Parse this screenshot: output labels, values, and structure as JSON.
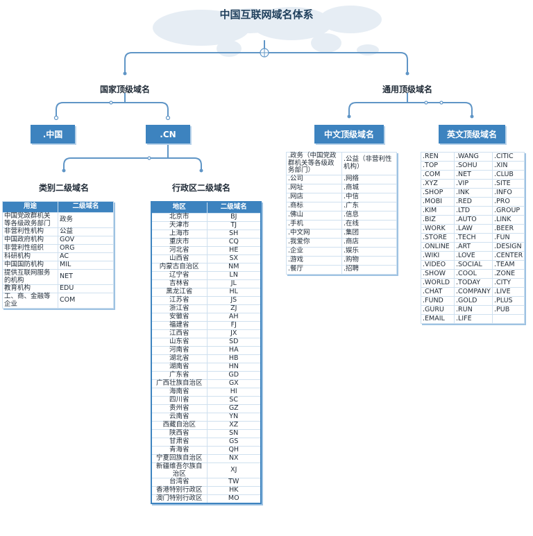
{
  "title": "中国互联网域名体系",
  "categories": {
    "national": "国家顶级域名",
    "generic": "通用顶级域名",
    "class2": "类别二级域名",
    "admin2": "行政区二级域名"
  },
  "boxes": {
    "china": ".中国",
    "cn": ".CN",
    "chinese_tld": "中文顶级域名",
    "english_tld": "英文顶级域名"
  },
  "category_table": {
    "headers": [
      "用途",
      "二级域名"
    ],
    "rows": [
      [
        "中国党政群机关等各级政务部门",
        "政务"
      ],
      [
        "非营利性机构",
        "公益"
      ],
      [
        "中国政府机构",
        "GOV"
      ],
      [
        "非营利性组织",
        "ORG"
      ],
      [
        "科研机构",
        "AC"
      ],
      [
        "中国国防机构",
        "MIL"
      ],
      [
        "提供互联网服务的机构",
        "NET"
      ],
      [
        "教育机构",
        "EDU"
      ],
      [
        "工、商、金融等企业",
        "COM"
      ]
    ]
  },
  "region_table": {
    "headers": [
      "地区",
      "二级域名"
    ],
    "rows": [
      [
        "北京市",
        "BJ"
      ],
      [
        "天津市",
        "TJ"
      ],
      [
        "上海市",
        "SH"
      ],
      [
        "重庆市",
        "CQ"
      ],
      [
        "河北省",
        "HE"
      ],
      [
        "山西省",
        "SX"
      ],
      [
        "内蒙古自治区",
        "NM"
      ],
      [
        "辽宁省",
        "LN"
      ],
      [
        "吉林省",
        "JL"
      ],
      [
        "黑龙江省",
        "HL"
      ],
      [
        "江苏省",
        "JS"
      ],
      [
        "浙江省",
        "ZJ"
      ],
      [
        "安徽省",
        "AH"
      ],
      [
        "福建省",
        "FJ"
      ],
      [
        "江西省",
        "JX"
      ],
      [
        "山东省",
        "SD"
      ],
      [
        "河南省",
        "HA"
      ],
      [
        "湖北省",
        "HB"
      ],
      [
        "湖南省",
        "HN"
      ],
      [
        "广东省",
        "GD"
      ],
      [
        "广西壮族自治区",
        "GX"
      ],
      [
        "海南省",
        "HI"
      ],
      [
        "四川省",
        "SC"
      ],
      [
        "贵州省",
        "GZ"
      ],
      [
        "云南省",
        "YN"
      ],
      [
        "西藏自治区",
        "XZ"
      ],
      [
        "陕西省",
        "SN"
      ],
      [
        "甘肃省",
        "GS"
      ],
      [
        "青海省",
        "QH"
      ],
      [
        "宁夏回族自治区",
        "NX"
      ],
      [
        "新疆维吾尔族自治区",
        "XJ"
      ],
      [
        "台湾省",
        "TW"
      ],
      [
        "香港特别行政区",
        "HK"
      ],
      [
        "澳门特别行政区",
        "MO"
      ]
    ]
  },
  "chinese_table": {
    "rows": [
      [
        ".政务（中国党政群机关等各级政务部门）",
        ".公益（非营利性机构）"
      ],
      [
        ".公司",
        ".网络"
      ],
      [
        ".网址",
        ".商城"
      ],
      [
        ".网店",
        ".中信"
      ],
      [
        ".商标",
        ".广东"
      ],
      [
        ".佛山",
        ".信息"
      ],
      [
        ".手机",
        ".在线"
      ],
      [
        ".中文网",
        ".集团"
      ],
      [
        ".我爱你",
        ".商店"
      ],
      [
        ".企业",
        ".娱乐"
      ],
      [
        ".游戏",
        ".购物"
      ],
      [
        ".餐厅",
        ".招聘"
      ]
    ]
  },
  "english_table": {
    "rows": [
      [
        ".REN",
        ".WANG",
        ".CITIC"
      ],
      [
        ".TOP",
        ".SOHU",
        ".XIN"
      ],
      [
        ".COM",
        ".NET",
        ".CLUB"
      ],
      [
        ".XYZ",
        ".VIP",
        ".SITE"
      ],
      [
        ".SHOP",
        ".INK",
        ".INFO"
      ],
      [
        ".MOBI",
        ".RED",
        ".PRO"
      ],
      [
        ".KIM",
        ".LTD",
        ".GROUP"
      ],
      [
        ".BIZ",
        ".AUTO",
        ".LINK"
      ],
      [
        ".WORK",
        ".LAW",
        ".BEER"
      ],
      [
        ".STORE",
        ".TECH",
        ".FUN"
      ],
      [
        ".ONLINE",
        ".ART",
        ".DESIGN"
      ],
      [
        ".WIKI",
        ".LOVE",
        ".CENTER"
      ],
      [
        ".VIDEO",
        ".SOCIAL",
        ".TEAM"
      ],
      [
        ".SHOW",
        ".COOL",
        ".ZONE"
      ],
      [
        ".WORLD",
        ".TODAY",
        ".CITY"
      ],
      [
        ".CHAT",
        ".COMPANY",
        ".LIVE"
      ],
      [
        ".FUND",
        ".GOLD",
        ".PLUS"
      ],
      [
        ".GURU",
        ".RUN",
        ".PUB"
      ],
      [
        ".EMAIL",
        ".LIFE",
        ""
      ]
    ]
  },
  "colors": {
    "accent": "#3d83bf",
    "line": "#5f95c6",
    "map": "#e6edf4"
  }
}
